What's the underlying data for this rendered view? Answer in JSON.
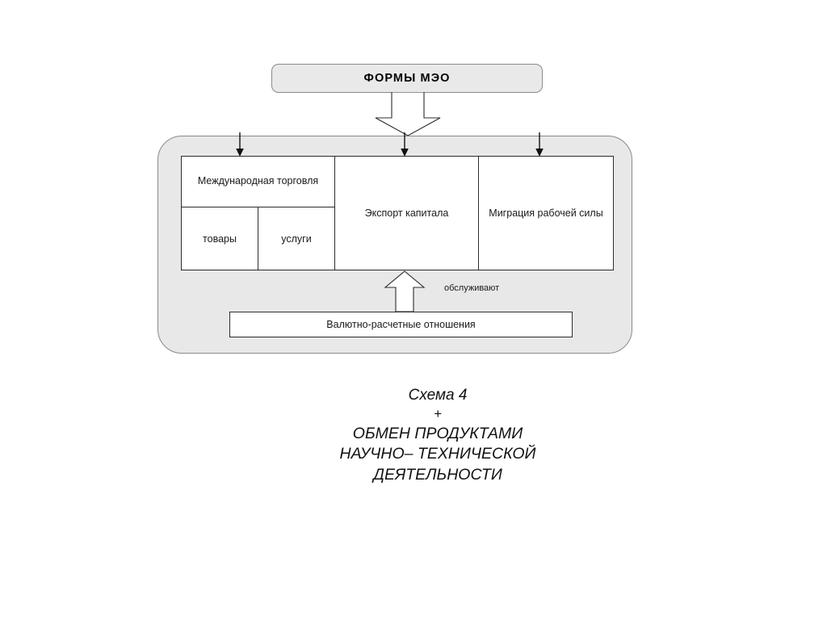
{
  "diagram": {
    "header": {
      "label": "ФОРМЫ МЭО"
    },
    "columns": [
      {
        "id": "international-trade",
        "title": "Международная торговля",
        "sub": [
          {
            "id": "goods",
            "label": "товары"
          },
          {
            "id": "services",
            "label": "услуги"
          }
        ]
      },
      {
        "id": "capital-export",
        "title": "Экспорт капитала"
      },
      {
        "id": "labour-migration",
        "title": "Миграция рабочей силы"
      }
    ],
    "relation_label": "обслуживают",
    "currency_box": {
      "label": "Валютно-расчетные отношения"
    },
    "icons": {
      "block_arrow_down": "block-arrow-down-icon",
      "block_arrow_up": "block-arrow-up-icon",
      "thin_arrow_down": "thin-arrow-down-icon"
    },
    "colors": {
      "header_fill": "#e9e9e9",
      "container_fill": "#e8e8e8",
      "box_fill": "#ffffff",
      "border": "#2c2c2c",
      "soft_border": "#8a8a8a",
      "text": "#1a1a1a",
      "page_background": "#ffffff"
    }
  },
  "caption": {
    "scheme": "Схема 4",
    "plus": "+",
    "line1": "ОБМЕН ПРОДУКТАМИ",
    "line2": "НАУЧНО– ТЕХНИЧЕСКОЙ",
    "line3": "ДЕЯТЕЛЬНОСТИ"
  }
}
